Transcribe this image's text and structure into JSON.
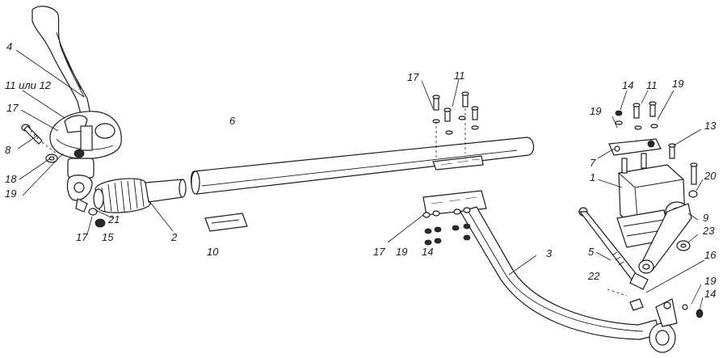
{
  "callouts": {
    "c1": "1",
    "c2": "2",
    "c3": "3",
    "c4": "4",
    "c5": "5",
    "c6": "6",
    "c7": "7",
    "c8": "8",
    "c9": "9",
    "c10": "10",
    "c11a": "11 или 12",
    "c11b": "11",
    "c11c": "11",
    "c13": "13",
    "c14a": "14",
    "c14b": "14",
    "c14c": "14",
    "c15": "15",
    "c16": "16",
    "c17a": "17",
    "c17b": "17",
    "c17c": "17",
    "c17d": "17",
    "c18": "18",
    "c19a": "19",
    "c19b": "19",
    "c19c": "19",
    "c19d": "19",
    "c19e": "19",
    "c20": "20",
    "c21": "21",
    "c22": "22",
    "c23": "23"
  }
}
